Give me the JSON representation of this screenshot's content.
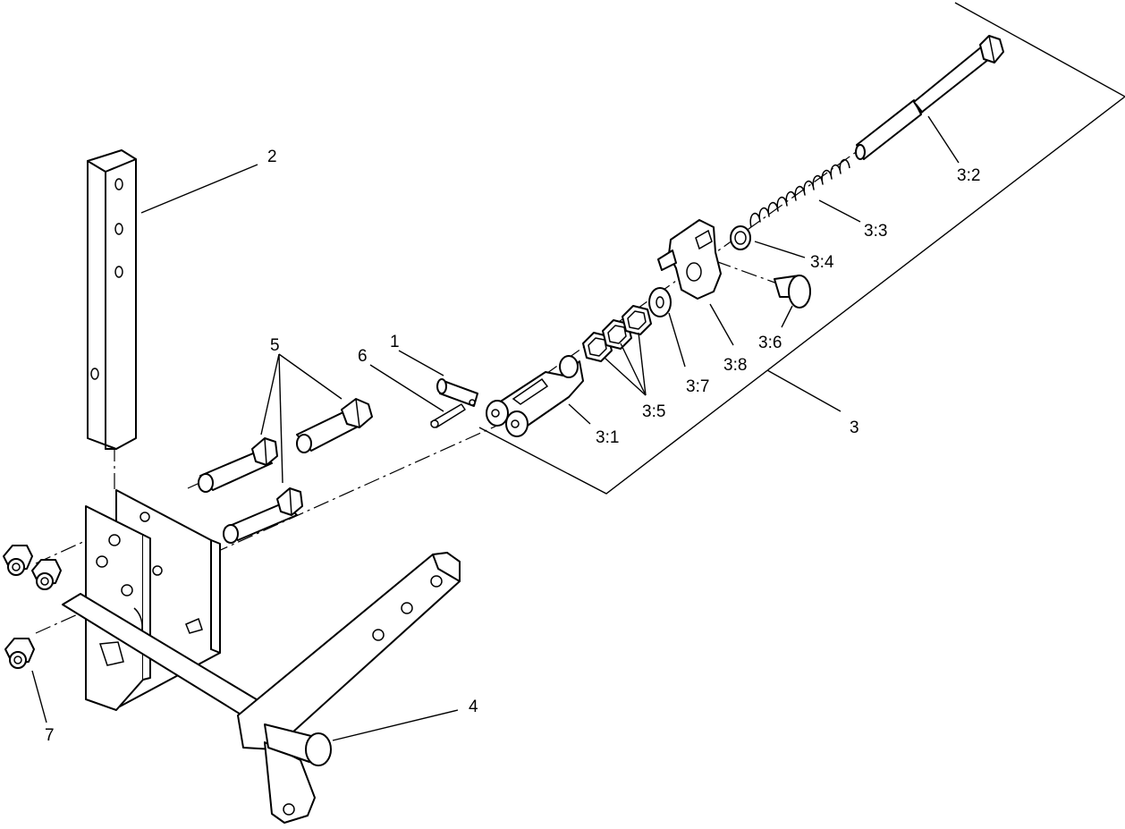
{
  "callouts": {
    "c1": "1",
    "c2": "2",
    "c3": "3",
    "c3_1": "3:1",
    "c3_2": "3:2",
    "c3_3": "3:3",
    "c3_4": "3:4",
    "c3_5": "3:5",
    "c3_6": "3:6",
    "c3_7": "3:7",
    "c3_8": "3:8",
    "c4": "4",
    "c5": "5",
    "c6": "6",
    "c7": "7"
  }
}
